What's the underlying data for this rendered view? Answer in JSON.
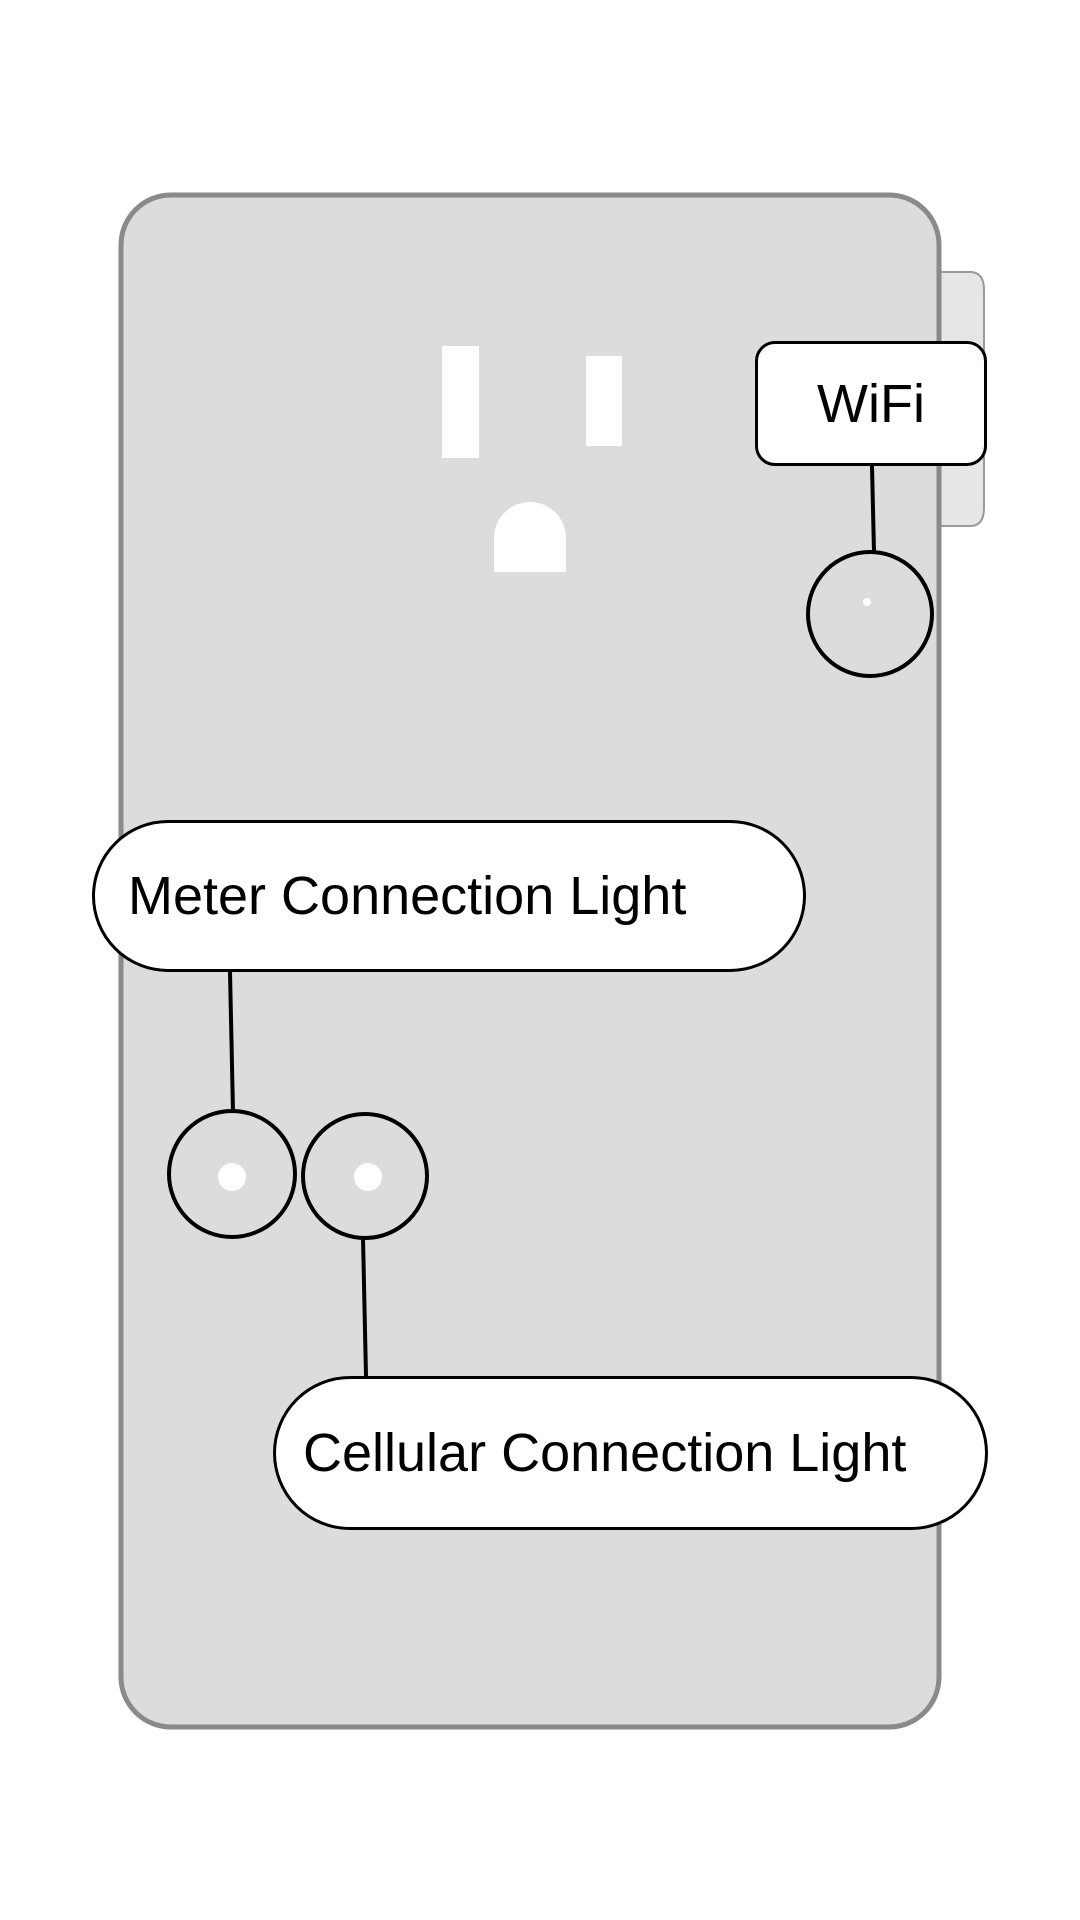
{
  "callouts": {
    "wifi": "WiFi",
    "meter": "Meter Connection Light",
    "cellular": "Cellular Connection Light"
  },
  "colors": {
    "device_body": "#dcdcdc",
    "device_border": "#8a8a8a",
    "outlet_slot": "#ffffff",
    "callout_border": "#000000",
    "callout_fill": "#ffffff",
    "led_dot": "#ffffff"
  }
}
